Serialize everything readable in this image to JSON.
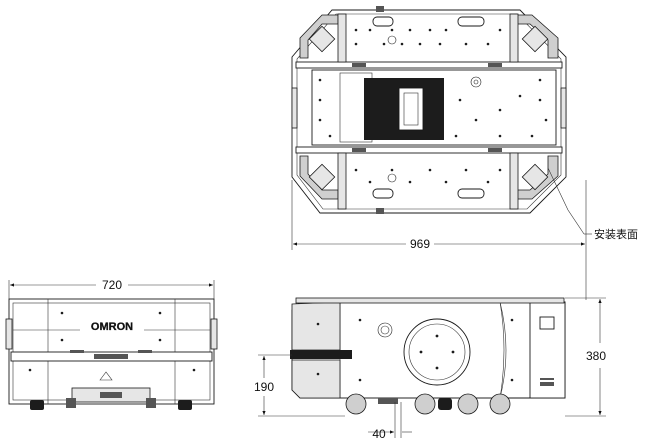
{
  "dimensions": {
    "top_width": "969",
    "front_width": "720",
    "side_height": "380",
    "bumper_height": "190",
    "offset": "40"
  },
  "labels": {
    "mounting_surface": "安装表面",
    "logo_text": "OMRON"
  }
}
